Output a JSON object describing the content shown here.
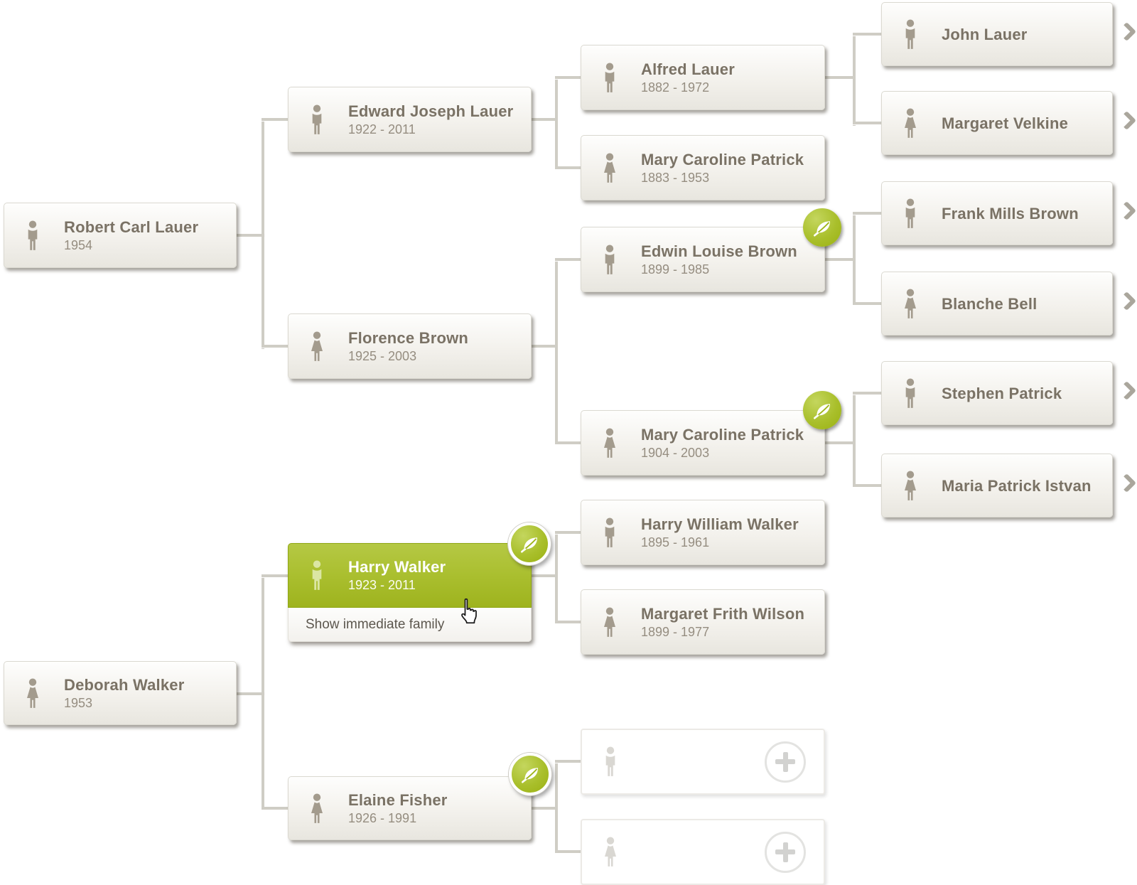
{
  "tree": {
    "people": {
      "robert": {
        "name": "Robert Carl Lauer",
        "dates": "1954"
      },
      "deborah": {
        "name": "Deborah Walker",
        "dates": "1953"
      },
      "edward": {
        "name": "Edward Joseph Lauer",
        "dates": "1922 - 2011"
      },
      "florence": {
        "name": "Florence Brown",
        "dates": "1925 - 2003"
      },
      "harry": {
        "name": "Harry Walker",
        "dates": "1923 - 2011",
        "selected": true,
        "badge": "leaf"
      },
      "elaine": {
        "name": "Elaine Fisher",
        "dates": "1926 - 1991",
        "badge": "leaf"
      },
      "alfred": {
        "name": "Alfred Lauer",
        "dates": "1882 - 1972"
      },
      "mary_cp_1883": {
        "name": "Mary Caroline Patrick",
        "dates": "1883 - 1953"
      },
      "edwin": {
        "name": "Edwin Louise Brown",
        "dates": "1899 - 1985",
        "badge": "leaf"
      },
      "mary_cp_1904": {
        "name": "Mary Caroline Patrick",
        "dates": "1904 - 2003",
        "badge": "leaf"
      },
      "harry_wm": {
        "name": "Harry William Walker",
        "dates": "1895 - 1961"
      },
      "margaret_fw": {
        "name": "Margaret Frith Wilson",
        "dates": "1899 - 1977"
      },
      "john": {
        "name": "John Lauer"
      },
      "margaret_v": {
        "name": "Margaret Velkine"
      },
      "frank": {
        "name": "Frank Mills Brown"
      },
      "blanche": {
        "name": "Blanche Bell"
      },
      "stephen": {
        "name": "Stephen Patrick"
      },
      "maria": {
        "name": "Maria Patrick Istvan"
      }
    },
    "action_bar": {
      "label": "Show immediate family"
    },
    "icons": {
      "male": "male-silhouette-icon",
      "female": "female-silhouette-icon",
      "leaf": "leaf-badge-icon",
      "plus": "add-person-plus-icon",
      "chevron": "expand-ancestors-chevron-icon",
      "cursor": "hand-pointer-cursor"
    },
    "colors": {
      "selected_green": "#a9bf2e",
      "badge_green": "#a2ba1c",
      "connector": "#cfcdc5",
      "name_text": "#7a7265",
      "date_text": "#958d80",
      "icon_taupe": "#a39b8d"
    }
  }
}
